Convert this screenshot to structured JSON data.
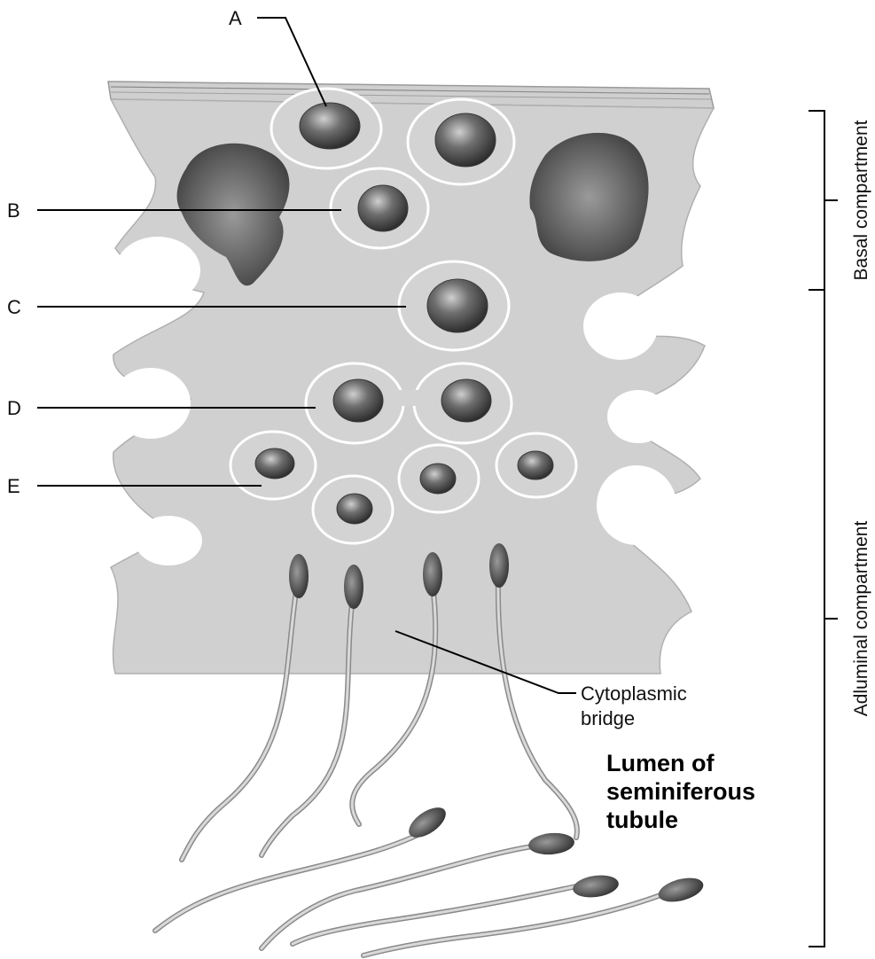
{
  "labels": {
    "a": "A",
    "b": "B",
    "c": "C",
    "d": "D",
    "e": "E",
    "cytoplasmic_line1": "Cytoplasmic",
    "cytoplasmic_line2": "bridge",
    "lumen_line1": "Lumen of",
    "lumen_line2": "seminiferous",
    "lumen_line3": "tubule"
  },
  "compartments": {
    "basal": "Basal compartment",
    "adluminal": "Adluminal compartment"
  }
}
